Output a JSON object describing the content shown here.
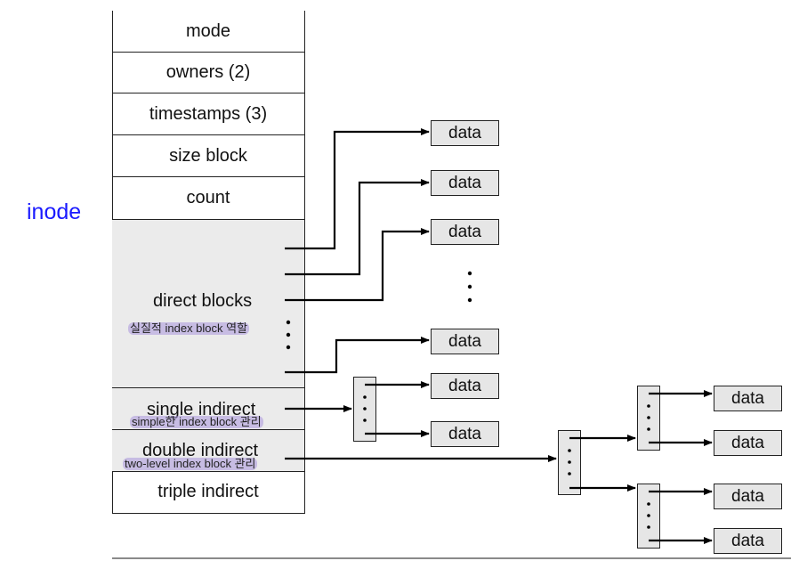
{
  "inode_label": "inode",
  "fields": {
    "mode": "mode",
    "owners": "owners (2)",
    "timestamps": "timestamps (3)",
    "size_block": "size block",
    "count": "count",
    "direct_blocks": "direct blocks",
    "single_indirect": "single indirect",
    "double_indirect": "double indirect",
    "triple_indirect": "triple indirect"
  },
  "notes": {
    "direct": "실질적 index block 역할",
    "single": "simple한 index block 관리",
    "double": "two-level index block 관리"
  },
  "data_label": "data",
  "colors": {
    "inode_label": "#1a1aff",
    "highlight": "#a996dc",
    "box_fill": "#e6e6e6"
  }
}
